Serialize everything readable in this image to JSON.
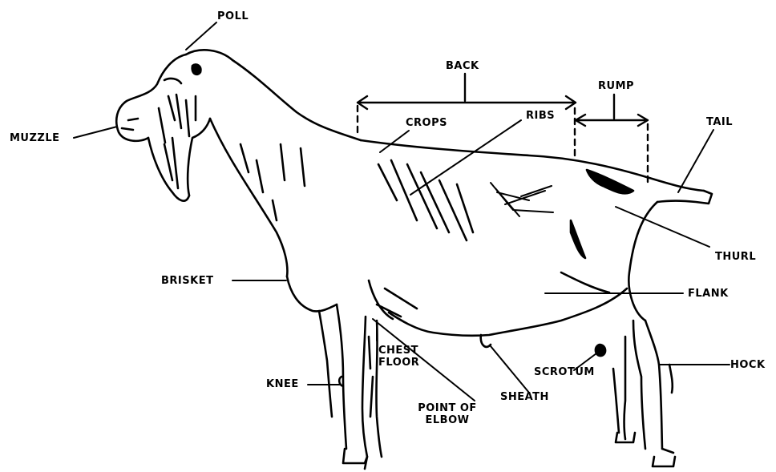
{
  "labels": {
    "poll": "POLL",
    "muzzle": "MUZZLE",
    "back": "BACK",
    "rump": "RUMP",
    "crops": "CROPS",
    "ribs": "RIBS",
    "tail": "TAIL",
    "thurl": "THURL",
    "flank": "FLANK",
    "brisket": "BRISKET",
    "hock": "HOCK",
    "knee": "KNEE",
    "chest_floor": "CHEST FLOOR",
    "point_of_elbow": "POINT OF ELBOW",
    "sheath": "SHEATH",
    "scrotum": "SCROTUM"
  }
}
